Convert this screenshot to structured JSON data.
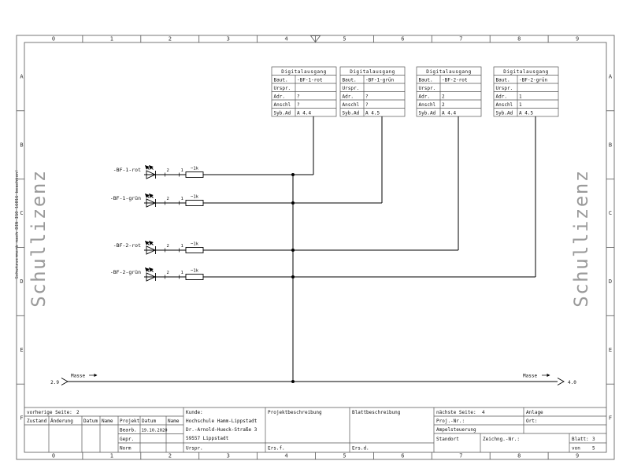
{
  "frame": {
    "columns": [
      "0",
      "1",
      "2",
      "3",
      "4",
      "5",
      "6",
      "7",
      "8",
      "9"
    ],
    "rows": [
      "A",
      "B",
      "C",
      "D",
      "E",
      "F"
    ],
    "protection_note": "Schutzvermerk nach DIN ISO 16016 beachten!",
    "watermark": "Schullizenz"
  },
  "outputs": [
    {
      "title": "Digitalausgang",
      "rows": [
        [
          "Baut.",
          "-BF-1-rot"
        ],
        [
          "Urspr.",
          ""
        ],
        [
          "Adr.",
          "?"
        ],
        [
          "Anschl",
          "?"
        ],
        [
          "Syb.Ad",
          "A 4.4"
        ]
      ]
    },
    {
      "title": "Digitalausgang",
      "rows": [
        [
          "Baut.",
          "-BF-1-grün"
        ],
        [
          "Urspr.",
          ""
        ],
        [
          "Adr.",
          "?"
        ],
        [
          "Anschl",
          "?"
        ],
        [
          "Syb.Ad",
          "A 4.5"
        ]
      ]
    },
    {
      "title": "Digitalausgang",
      "rows": [
        [
          "Baut.",
          "-BF-2-rot"
        ],
        [
          "Urspr.",
          ""
        ],
        [
          "Adr.",
          "2"
        ],
        [
          "Anschl",
          "2"
        ],
        [
          "Syb.Ad",
          "A 4.4"
        ]
      ]
    },
    {
      "title": "Digitalausgang",
      "rows": [
        [
          "Baut.",
          "-BF-2-grün"
        ],
        [
          "Urspr.",
          ""
        ],
        [
          "Adr.",
          "1"
        ],
        [
          "Anschl",
          "1"
        ],
        [
          "Syb.Ad",
          "A 4.5"
        ]
      ]
    }
  ],
  "branches": [
    {
      "label": "-BF-1-rot",
      "pin_a": "2",
      "pin_b": "1",
      "resistor": "~1k"
    },
    {
      "label": "-BF-1-grün",
      "pin_a": "2",
      "pin_b": "1",
      "resistor": "~1k"
    },
    {
      "label": "-BF-2-rot",
      "pin_a": "2",
      "pin_b": "1",
      "resistor": "~1k"
    },
    {
      "label": "-BF-2-grün",
      "pin_a": "2",
      "pin_b": "1",
      "resistor": "~1k"
    }
  ],
  "masse": {
    "ref_left": "2.9",
    "label_left": "Masse",
    "label_right": "Masse",
    "ref_right": "4.0"
  },
  "title_block": {
    "prev_label": "vorherige Seite:",
    "prev_value": "2",
    "col_zustand": "Zustand",
    "col_aenderung": "Änderung",
    "col_datum": "Datum",
    "col_name": "Name",
    "projekt": "Projekt",
    "projekt_datum": "Datum",
    "projekt_name_col": "Name",
    "bearb": "Bearb.",
    "bearb_datum": "19.10.2020",
    "gepr": "Gepr.",
    "norm": "Norm",
    "kunde": "Kunde:",
    "kunde_1": "Hochschule Hamm-Lippstadt",
    "kunde_2": "Dr.-Arnold-Hueck-Straße 3",
    "kunde_3": "59557  Lippstadt",
    "urspr": "Urspr.",
    "ers_f": "Ers.f.",
    "ers_d": "Ers.d.",
    "projektbeschreibung": "Projektbeschreibung",
    "blattbeschreibung": "Blattbeschreibung",
    "next_label": "nächste Seite:",
    "next_value": "4",
    "proj_nr": "Proj.-Nr.:",
    "anlage": "Anlage",
    "ort": "Ort:",
    "projekt_value": "Ampelsteuerung",
    "standort": "Standort",
    "zeichng_nr": "Zeichng.-Nr.:",
    "blatt": "Blatt:",
    "blatt_value": "3",
    "von": "von",
    "von_value": "5"
  }
}
